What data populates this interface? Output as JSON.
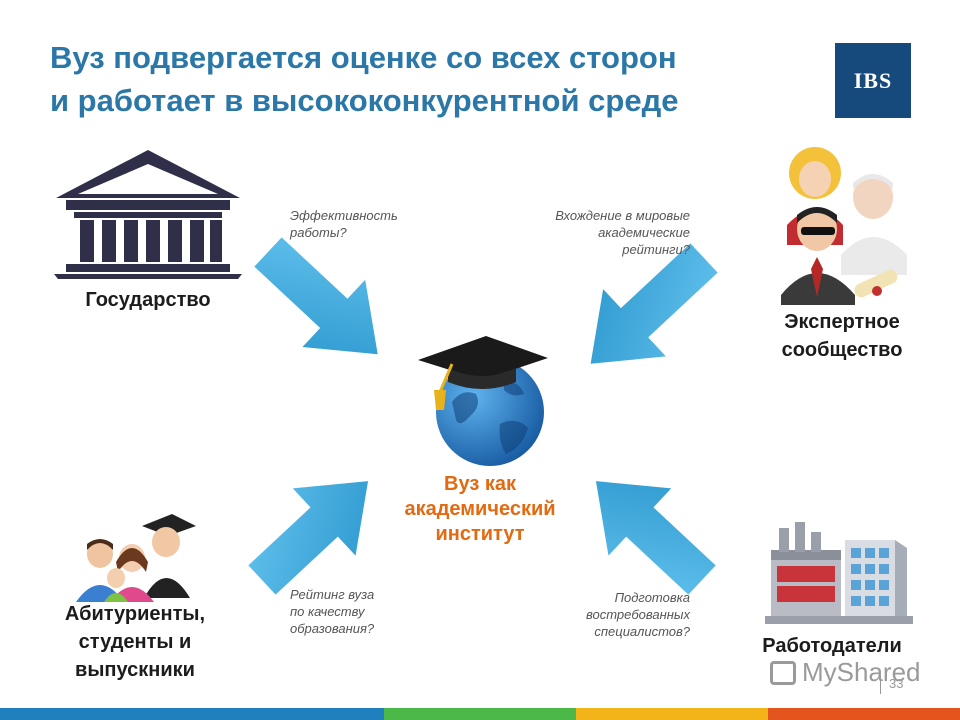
{
  "title": {
    "line1": "Вуз подвергается оценке со всех сторон",
    "line2": "и работает в высококонкурентной среде"
  },
  "logo": {
    "text": "IBS"
  },
  "stakeholders": {
    "government": {
      "label": "Государство"
    },
    "experts": {
      "line1": "Экспертное",
      "line2": "сообщество"
    },
    "students": {
      "line1": "Абитуриенты,",
      "line2": "студенты и",
      "line3": "выпускники"
    },
    "employers": {
      "label": "Работодатели"
    }
  },
  "questions": {
    "government": {
      "line1": "Эффективность",
      "line2": "работы?"
    },
    "experts": {
      "line1": "Вхождение в мировые",
      "line2": "академические",
      "line3": "рейтинги?"
    },
    "students": {
      "line1": "Рейтинг вуза",
      "line2": "по качеству",
      "line3": "образования?"
    },
    "employers": {
      "line1": "Подготовка",
      "line2": "востребованных",
      "line3": "специалистов?"
    }
  },
  "center": {
    "line1": "Вуз как",
    "line2": "академический",
    "line3": "институт"
  },
  "watermark": {
    "text": "MyShared"
  },
  "page_number": "33",
  "colors": {
    "title": "#2b78a8",
    "arrow": "#3aa9de",
    "center_text": "#e36a10",
    "logo_bg": "#174a7c",
    "bottom_bar": [
      "#1f7fbf",
      "#4cb848",
      "#f2b418",
      "#e3541f"
    ]
  },
  "icons": {
    "government": "classical-building-icon",
    "experts": "expert-group-icon",
    "students": "family-graduate-icon",
    "employers": "factory-office-icon",
    "center": "globe-graduation-cap-icon"
  }
}
